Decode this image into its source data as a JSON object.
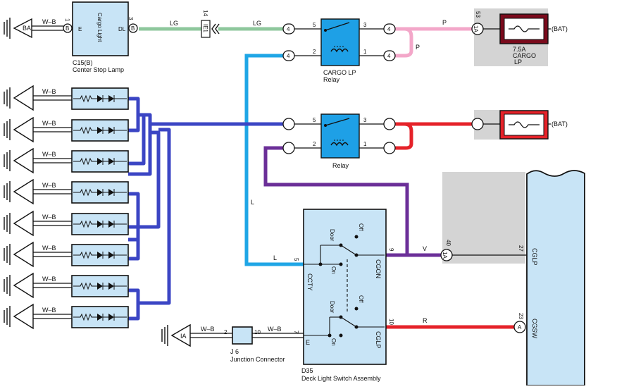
{
  "components": {
    "cargo_light": {
      "code": "C15(B)",
      "name": "Center Stop Lamp",
      "label": "Cargo Light",
      "pin_e": "E",
      "pin_dl": "DL",
      "pin_left": "1",
      "pin_right": "3",
      "conn_left": "B",
      "conn_right": "B"
    },
    "relay_top": {
      "name_line1": "CARGO LP",
      "name_line2": "Relay",
      "pin5": "5",
      "pin2": "2",
      "pin3": "3",
      "pin1": "1"
    },
    "relay_mid": {
      "name": "Relay",
      "pin5": "5",
      "pin2": "2",
      "pin3": "3",
      "pin1": "1"
    },
    "fuse_top": {
      "rating": "7.5A",
      "name_line1": "CARGO",
      "name_line2": "LP",
      "supply": "(BAT)",
      "pin": "53",
      "conn": "1A"
    },
    "fuse_mid": {
      "supply": "(BAT)"
    },
    "deck_switch": {
      "code": "D35",
      "name": "Deck Light Switch Assembly",
      "pin_ccty": "CCTY",
      "pin_cgon": "CGON",
      "pin_cglp": "CGLP",
      "pin_e": "E",
      "door1": "Door",
      "off1": "Off",
      "on1": "On",
      "door2": "Door",
      "off2": "Off",
      "on2": "On",
      "pin5": "5",
      "pin9": "9",
      "pin10": "10",
      "pin7": "7"
    },
    "junction": {
      "code": "J 6",
      "name": "Junction Connector",
      "pin_left": "2",
      "pin_right": "10"
    },
    "ecu": {
      "pin27": "27",
      "cglp": "CGLP",
      "pin23": "23",
      "conn23": "A",
      "cgsw": "CGSW",
      "pin40": "40",
      "conn40": "1A"
    },
    "inline_14": {
      "num": "14",
      "code": "IE1"
    }
  },
  "grounds": {
    "top": "BA",
    "bottom": "IA"
  },
  "wires": {
    "lg1": "LG",
    "lg2": "LG",
    "p1": "P",
    "p2": "P",
    "wb": "W–B",
    "l1": "L",
    "l2": "L",
    "v": "V",
    "r": "R"
  },
  "connectors": {
    "four": "4"
  },
  "colors": {
    "lg": "#8ec79c",
    "p": "#f3a7c9",
    "l": "#1fa6e6",
    "blue": "#3b45c4",
    "purple": "#6b2f98",
    "red": "#e52229",
    "fuse_top": "#7a0a1c",
    "fuse_mid": "#e52229"
  }
}
